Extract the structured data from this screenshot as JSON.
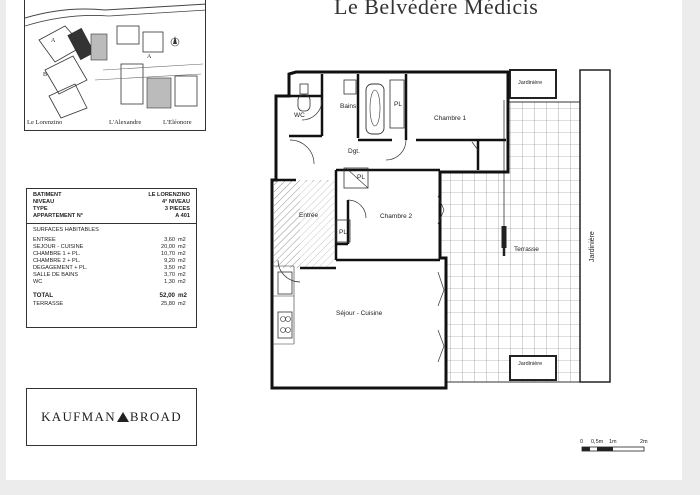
{
  "title": "Le Belvédère Médicis",
  "site_plan": {
    "labels": [
      "Le Lorenzino",
      "L'Alexandre",
      "L'Eléonore"
    ],
    "building_a": "A",
    "building_b": "B"
  },
  "info": {
    "batiment": {
      "label": "BATIMENT",
      "value": "LE LORENZINO"
    },
    "niveau": {
      "label": "NIVEAU",
      "value": "4° NIVEAU"
    },
    "type": {
      "label": "TYPE",
      "value": "3 PIECES"
    },
    "appartement": {
      "label": "APPARTEMENT N°",
      "value": "A 401"
    },
    "section": "SURFACES HABITABLES",
    "rooms": [
      {
        "name": "ENTREE",
        "value": "3,60",
        "unit": "m2"
      },
      {
        "name": "SEJOUR - CUISINE",
        "value": "20,00",
        "unit": "m2"
      },
      {
        "name": "CHAMBRE 1 + PL.",
        "value": "10,70",
        "unit": "m2"
      },
      {
        "name": "CHAMBRE 2 + PL.",
        "value": "9,20",
        "unit": "m2"
      },
      {
        "name": "DEGAGEMENT + PL.",
        "value": "3,50",
        "unit": "m2"
      },
      {
        "name": "SALLE DE BAINS",
        "value": "3,70",
        "unit": "m2"
      },
      {
        "name": "WC",
        "value": "1,30",
        "unit": "m2"
      }
    ],
    "total": {
      "label": "TOTAL",
      "value": "52,00",
      "unit": "m2"
    },
    "terrasse": {
      "label": "TERRASSE",
      "value": "25,80",
      "unit": "m2"
    }
  },
  "logo": {
    "left": "KAUFMAN",
    "right": "BROAD"
  },
  "plan": {
    "rooms": {
      "wc": "WC",
      "bains": "Bains",
      "pl1": "PL",
      "chambre1": "Chambre 1",
      "dgt": "Dgt.",
      "pl_dgt": "PL",
      "entree": "Entrée",
      "chambre2": "Chambre 2",
      "pl_ch2": "PL",
      "sejour": "Séjour - Cuisine",
      "terrasse": "Terrasse",
      "jardiniere_top": "Jardinière",
      "jardiniere_bottom": "Jardinière",
      "jardiniere_side": "Jardinière"
    }
  },
  "scale": {
    "labels": [
      "0",
      "0,5m",
      "1m",
      "2m"
    ]
  }
}
